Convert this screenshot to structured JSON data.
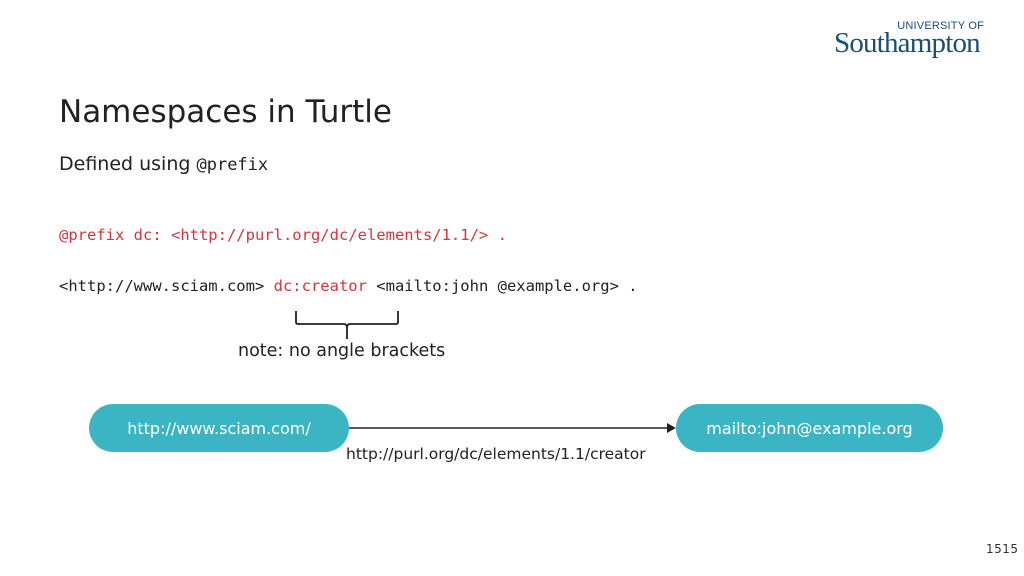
{
  "logo": {
    "line1": "UNIVERSITY OF",
    "line2": "Southampton"
  },
  "slide": {
    "title": "Namespaces in Turtle",
    "subtitle_text": "Defined using ",
    "subtitle_code": "@prefix",
    "prefix_declaration": "@prefix dc: <http://purl.org/dc/elements/1.1/> .",
    "triple": {
      "subject": "<http://www.sciam.com> ",
      "predicate": "dc:creator",
      "object": " <mailto:john @example.org> ."
    },
    "note": "note: no angle brackets",
    "page_number": "1515"
  },
  "diagram": {
    "subject_node": "http://www.sciam.com/",
    "object_node": "mailto:john@example.org",
    "edge_label": "http://purl.org/dc/elements/1.1/creator"
  },
  "colors": {
    "accent_red": "#d9333f",
    "node_teal": "#3bb5c4",
    "logo_blue": "#1d4e73",
    "text": "#222222"
  }
}
